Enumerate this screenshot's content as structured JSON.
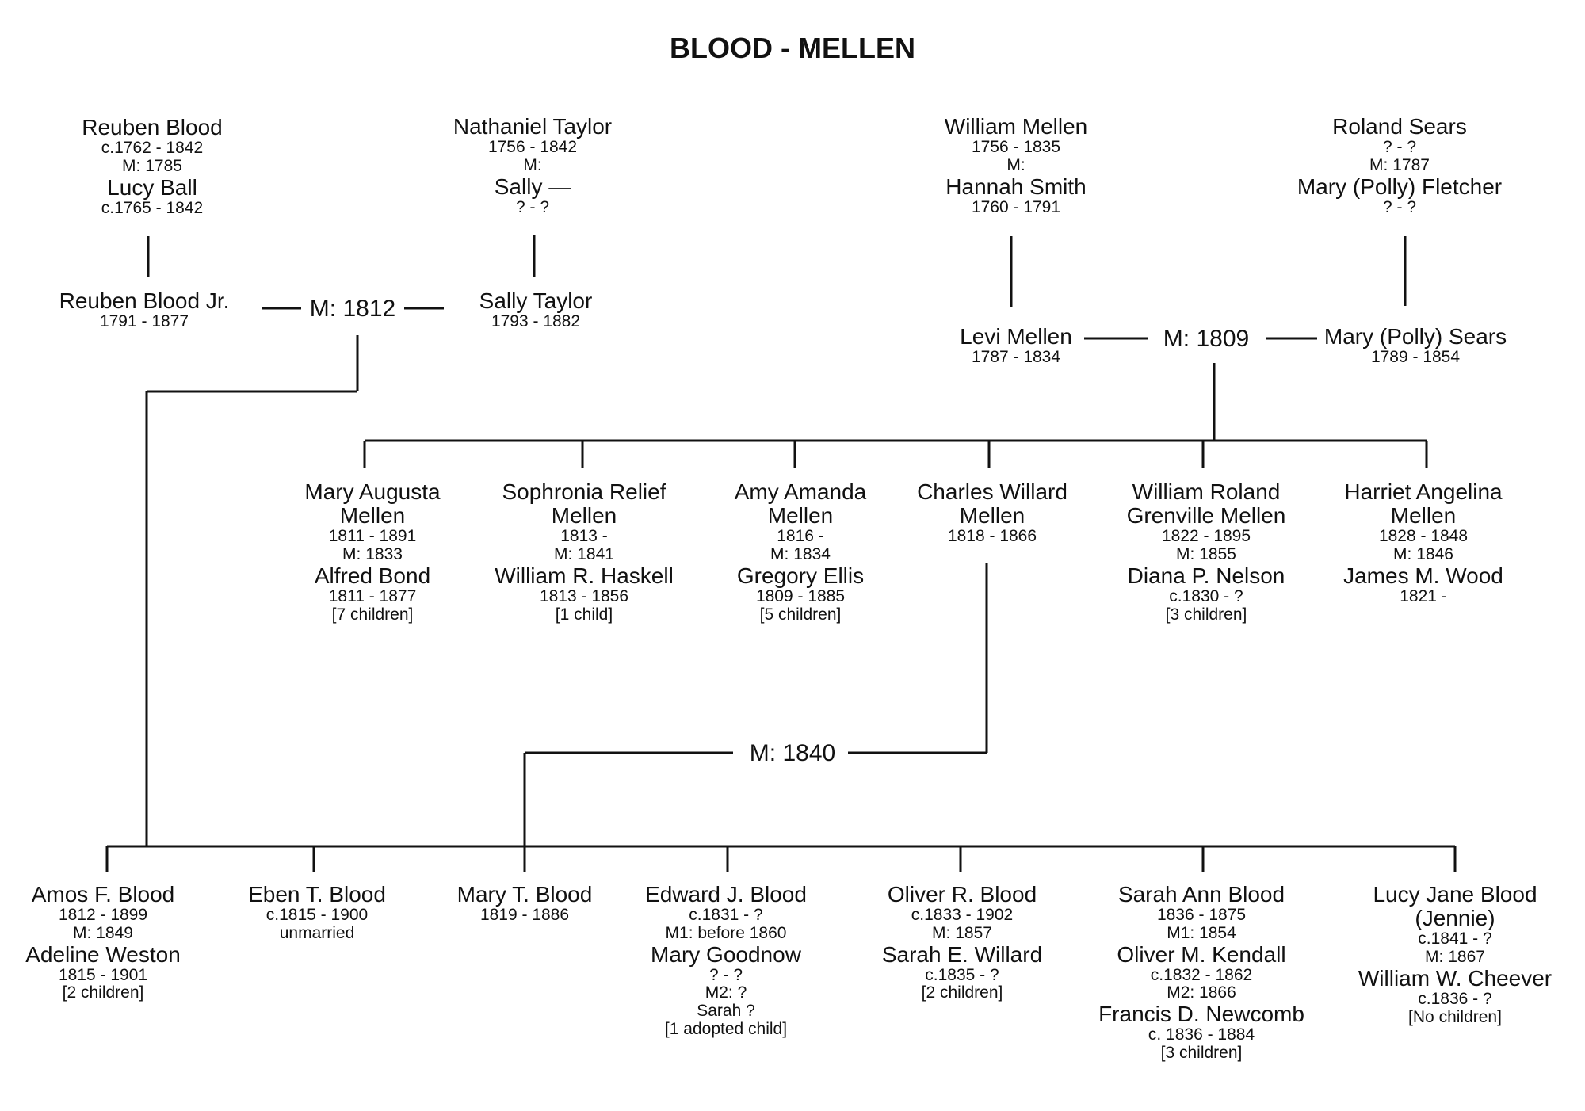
{
  "title": "BLOOD - MELLEN",
  "marriages": {
    "blood_taylor": "M: 1812",
    "mellen_sears": "M: 1809",
    "blood_mellen": "M: 1840"
  },
  "people": {
    "reuben_blood_sr": [
      {
        "t": "Reuben Blood",
        "b": true
      },
      {
        "t": "c.1762 - 1842"
      },
      {
        "t": "M: 1785"
      },
      {
        "t": "Lucy Ball",
        "b": true
      },
      {
        "t": "c.1765 - 1842"
      }
    ],
    "nathaniel_taylor": [
      {
        "t": "Nathaniel Taylor",
        "b": true
      },
      {
        "t": "1756 - 1842"
      },
      {
        "t": "M:"
      },
      {
        "t": "Sally —",
        "b": true
      },
      {
        "t": "? - ?"
      }
    ],
    "william_mellen": [
      {
        "t": "William Mellen",
        "b": true
      },
      {
        "t": "1756 - 1835"
      },
      {
        "t": "M:"
      },
      {
        "t": "Hannah Smith",
        "b": true
      },
      {
        "t": "1760 - 1791"
      }
    ],
    "roland_sears": [
      {
        "t": "Roland Sears",
        "b": true
      },
      {
        "t": "? - ?"
      },
      {
        "t": "M: 1787"
      },
      {
        "t": "Mary (Polly) Fletcher",
        "b": true
      },
      {
        "t": "? - ?"
      }
    ],
    "reuben_blood_jr": [
      {
        "t": "Reuben Blood Jr.",
        "b": true
      },
      {
        "t": "1791 - 1877"
      }
    ],
    "sally_taylor": [
      {
        "t": "Sally Taylor",
        "b": true
      },
      {
        "t": "1793 - 1882"
      }
    ],
    "levi_mellen": [
      {
        "t": "Levi Mellen",
        "b": true
      },
      {
        "t": "1787 - 1834"
      }
    ],
    "mary_polly_sears": [
      {
        "t": "Mary (Polly) Sears",
        "b": true
      },
      {
        "t": "1789 - 1854"
      }
    ],
    "mary_augusta_mellen": [
      {
        "t": "Mary Augusta",
        "b": true
      },
      {
        "t": "Mellen",
        "b": true
      },
      {
        "t": "1811 - 1891"
      },
      {
        "t": "M: 1833"
      },
      {
        "t": "Alfred Bond",
        "b": true
      },
      {
        "t": "1811 - 1877"
      },
      {
        "t": "[7 children]"
      }
    ],
    "sophronia_relief_mellen": [
      {
        "t": "Sophronia Relief",
        "b": true
      },
      {
        "t": "Mellen",
        "b": true
      },
      {
        "t": "1813 -"
      },
      {
        "t": "M: 1841"
      },
      {
        "t": "William R. Haskell",
        "b": true
      },
      {
        "t": "1813 - 1856"
      },
      {
        "t": "[1 child]"
      }
    ],
    "amy_amanda_mellen": [
      {
        "t": "Amy Amanda",
        "b": true
      },
      {
        "t": "Mellen",
        "b": true
      },
      {
        "t": "1816 -"
      },
      {
        "t": "M: 1834"
      },
      {
        "t": "Gregory Ellis",
        "b": true
      },
      {
        "t": "1809 - 1885"
      },
      {
        "t": "[5 children]"
      }
    ],
    "charles_willard_mellen": [
      {
        "t": "Charles Willard",
        "b": true
      },
      {
        "t": "Mellen",
        "b": true
      },
      {
        "t": "1818 - 1866"
      }
    ],
    "william_roland_grenville_mellen": [
      {
        "t": "William Roland",
        "b": true
      },
      {
        "t": "Grenville Mellen",
        "b": true
      },
      {
        "t": "1822 - 1895"
      },
      {
        "t": "M: 1855"
      },
      {
        "t": "Diana P. Nelson",
        "b": true
      },
      {
        "t": "c.1830 - ?"
      },
      {
        "t": "[3 children]"
      }
    ],
    "harriet_angelina_mellen": [
      {
        "t": "Harriet Angelina",
        "b": true
      },
      {
        "t": "Mellen",
        "b": true
      },
      {
        "t": "1828 - 1848"
      },
      {
        "t": "M: 1846"
      },
      {
        "t": "James M. Wood",
        "b": true
      },
      {
        "t": "1821 -"
      }
    ],
    "amos_f_blood": [
      {
        "t": "Amos F. Blood",
        "b": true
      },
      {
        "t": "1812 - 1899"
      },
      {
        "t": "M: 1849"
      },
      {
        "t": "Adeline Weston",
        "b": true
      },
      {
        "t": "1815 - 1901"
      },
      {
        "t": "[2 children]"
      }
    ],
    "eben_t_blood": [
      {
        "t": "Eben T. Blood",
        "b": true
      },
      {
        "t": "c.1815 - 1900"
      },
      {
        "t": "unmarried"
      }
    ],
    "mary_t_blood": [
      {
        "t": "Mary T. Blood",
        "b": true
      },
      {
        "t": "1819 - 1886"
      }
    ],
    "edward_j_blood": [
      {
        "t": "Edward J. Blood",
        "b": true
      },
      {
        "t": "c.1831 - ?"
      },
      {
        "t": "M1: before 1860"
      },
      {
        "t": "Mary Goodnow",
        "b": true
      },
      {
        "t": "? - ?"
      },
      {
        "t": "M2: ?"
      },
      {
        "t": "Sarah ?"
      },
      {
        "t": "[1 adopted child]"
      }
    ],
    "oliver_r_blood": [
      {
        "t": "Oliver R. Blood",
        "b": true
      },
      {
        "t": "c.1833 - 1902"
      },
      {
        "t": "M: 1857"
      },
      {
        "t": "Sarah E. Willard",
        "b": true
      },
      {
        "t": "c.1835 - ?"
      },
      {
        "t": "[2 children]"
      }
    ],
    "sarah_ann_blood": [
      {
        "t": "Sarah Ann Blood",
        "b": true
      },
      {
        "t": "1836 - 1875"
      },
      {
        "t": "M1: 1854"
      },
      {
        "t": "Oliver M. Kendall",
        "b": true
      },
      {
        "t": "c.1832 - 1862"
      },
      {
        "t": "M2: 1866"
      },
      {
        "t": "Francis D. Newcomb",
        "b": true
      },
      {
        "t": "c. 1836 - 1884"
      },
      {
        "t": "[3 children]"
      }
    ],
    "lucy_jane_blood": [
      {
        "t": "Lucy Jane Blood",
        "b": true
      },
      {
        "t": "(Jennie)",
        "b": true
      },
      {
        "t": "c.1841 - ?"
      },
      {
        "t": "M: 1867"
      },
      {
        "t": "William W. Cheever",
        "b": true
      },
      {
        "t": "c.1836 - ?"
      },
      {
        "t": "[No children]"
      }
    ]
  }
}
